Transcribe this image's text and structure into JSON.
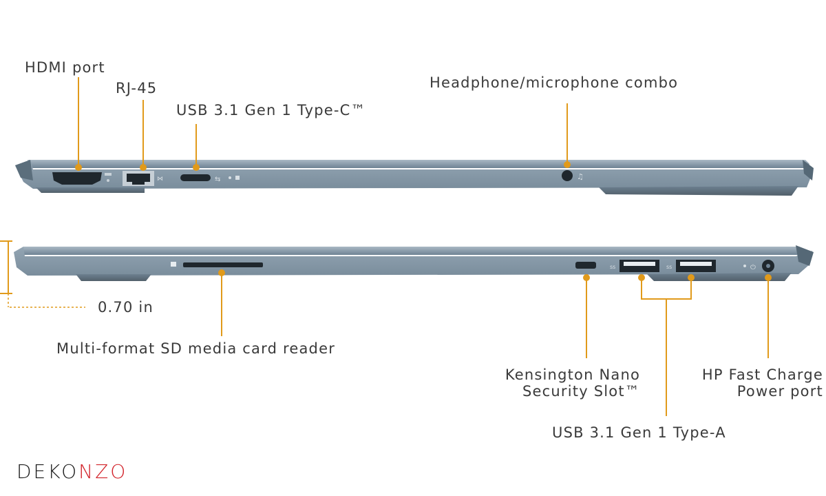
{
  "labels": {
    "hdmi": "HDMI port",
    "rj45": "RJ-45",
    "usb_c": "USB 3.1 Gen 1 Type-C™",
    "headphone": "Headphone/microphone combo",
    "thickness": "0.70 in",
    "sd_reader": "Multi-format SD media card reader",
    "kensington_line1": "Kensington Nano",
    "kensington_line2": "Security Slot™",
    "power_line1": "HP Fast Charge",
    "power_line2": "Power port",
    "usb_a": "USB  3.1 Gen 1 Type-A"
  },
  "logo": {
    "prefix": "DEKO",
    "accent": "NZO"
  },
  "colors": {
    "callout": "#e19a1a",
    "chassis": "#8497a6",
    "chassis_dark": "#4e6272",
    "text": "#3a3a3a",
    "logo_accent": "#d2232a"
  }
}
